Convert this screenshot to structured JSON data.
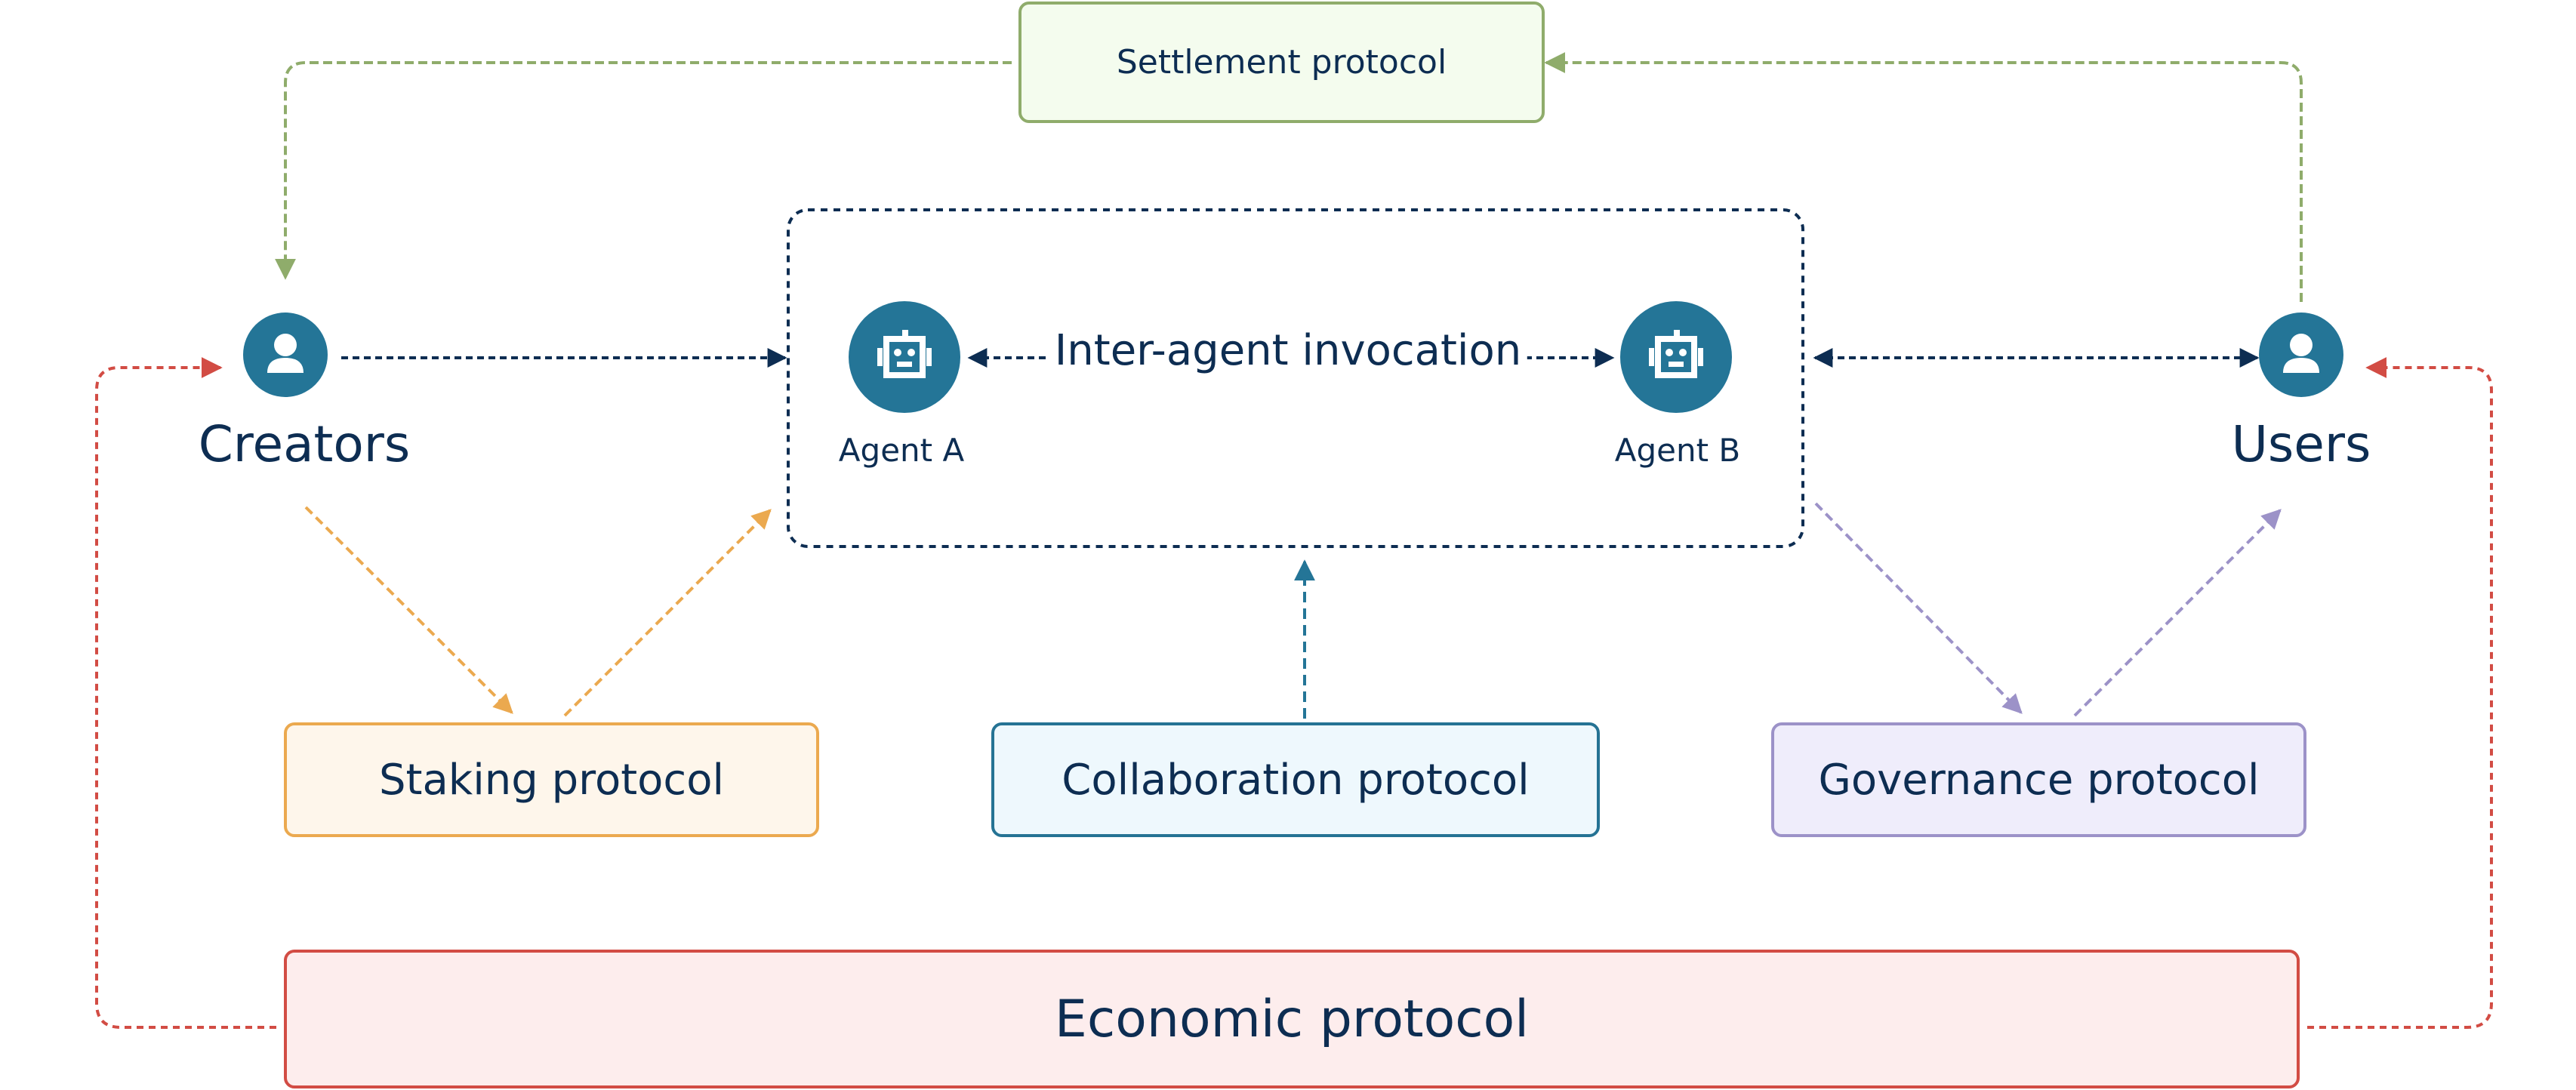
{
  "diagram": {
    "actors": {
      "creators": {
        "label": "Creators",
        "icon": "user-icon"
      },
      "users": {
        "label": "Users",
        "icon": "user-icon"
      }
    },
    "agents": {
      "agent_a": {
        "label": "Agent A",
        "icon": "robot-icon"
      },
      "agent_b": {
        "label": "Agent B",
        "icon": "robot-icon"
      },
      "interaction_label": "Inter-agent invocation"
    },
    "protocols": {
      "settlement": "Settlement protocol",
      "staking": "Staking protocol",
      "collaboration": "Collaboration protocol",
      "governance": "Governance protocol",
      "economic": "Economic protocol"
    },
    "colors": {
      "navy": "#0d2d52",
      "teal": "#247597",
      "settlement": "#8fac6b",
      "staking": "#eba94f",
      "governance": "#9c92c8",
      "economic": "#d24c44"
    }
  }
}
